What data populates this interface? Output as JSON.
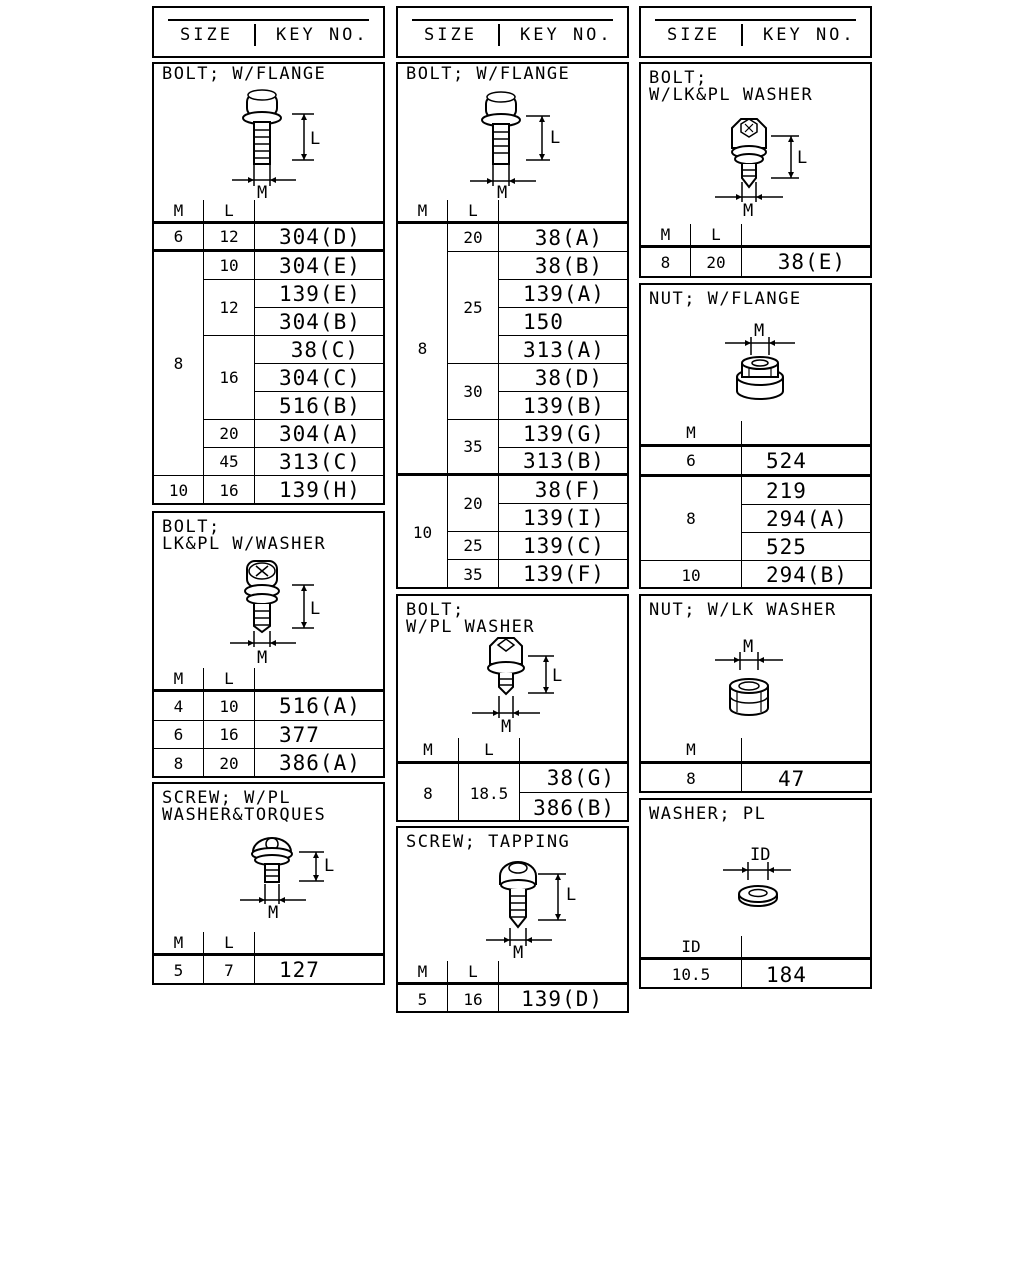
{
  "header": {
    "size_label": "SIZE",
    "key_label": "KEY NO."
  },
  "columns_header": {
    "m": "M",
    "l": "L",
    "id": "ID"
  },
  "icon_labels": {
    "l": "L",
    "m": "M",
    "id": "ID"
  },
  "parts": {
    "bolt_flange_a": {
      "title": "BOLT; W/FLANGE",
      "rows": [
        {
          "m": "6",
          "l": "12",
          "key": "304(D)"
        },
        {
          "m": "8",
          "l": "10",
          "key": "304(E)"
        },
        {
          "l": "12",
          "key": "139(E)"
        },
        {
          "key": "304(B)"
        },
        {
          "l": "16",
          "key": "38(C)"
        },
        {
          "key": "304(C)"
        },
        {
          "key": "516(B)"
        },
        {
          "l": "20",
          "key": "304(A)"
        },
        {
          "l": "45",
          "key": "313(C)"
        },
        {
          "m": "10",
          "l": "16",
          "key": "139(H)"
        }
      ]
    },
    "bolt_lkpl_washer": {
      "title": "BOLT;\nLK&PL W/WASHER",
      "rows": [
        {
          "m": "4",
          "l": "10",
          "key": "516(A)"
        },
        {
          "m": "6",
          "l": "16",
          "key": "377"
        },
        {
          "m": "8",
          "l": "20",
          "key": "386(A)"
        }
      ]
    },
    "screw_pl_torques": {
      "title": "SCREW; W/PL\nWASHER&TORQUES",
      "rows": [
        {
          "m": "5",
          "l": "7",
          "key": "127"
        }
      ]
    },
    "bolt_flange_b": {
      "title": "BOLT; W/FLANGE",
      "rows": [
        {
          "m": "8",
          "l": "20",
          "key": "38(A)"
        },
        {
          "l": "25",
          "key": "38(B)"
        },
        {
          "key": "139(A)"
        },
        {
          "key": "150"
        },
        {
          "key": "313(A)"
        },
        {
          "l": "30",
          "key": "38(D)"
        },
        {
          "key": "139(B)"
        },
        {
          "l": "35",
          "key": "139(G)"
        },
        {
          "key": "313(B)"
        },
        {
          "m": "10",
          "l": "20",
          "key": "38(F)"
        },
        {
          "key": "139(I)"
        },
        {
          "l": "25",
          "key": "139(C)"
        },
        {
          "l": "35",
          "key": "139(F)"
        }
      ]
    },
    "bolt_pl_washer": {
      "title": "BOLT;\nW/PL WASHER",
      "rows": [
        {
          "m": "8",
          "l": "18.5",
          "key": "38(G)"
        },
        {
          "key": "386(B)"
        }
      ]
    },
    "screw_tapping": {
      "title": "SCREW; TAPPING",
      "rows": [
        {
          "m": "5",
          "l": "16",
          "key": "139(D)"
        }
      ]
    },
    "bolt_lkpl_washer_b": {
      "title": "BOLT;\nW/LK&PL WASHER",
      "rows": [
        {
          "m": "8",
          "l": "20",
          "key": "38(E)"
        }
      ]
    },
    "nut_flange": {
      "title": "NUT; W/FLANGE",
      "rows": [
        {
          "m": "6",
          "key": "524"
        },
        {
          "m": "8",
          "key": "219"
        },
        {
          "key": "294(A)"
        },
        {
          "key": "525"
        },
        {
          "m": "10",
          "key": "294(B)"
        }
      ]
    },
    "nut_lk_washer": {
      "title": "NUT; W/LK WASHER",
      "rows": [
        {
          "m": "8",
          "key": "47"
        }
      ]
    },
    "washer_pl": {
      "title": "WASHER; PL",
      "rows": [
        {
          "id": "10.5",
          "key": "184"
        }
      ]
    }
  }
}
